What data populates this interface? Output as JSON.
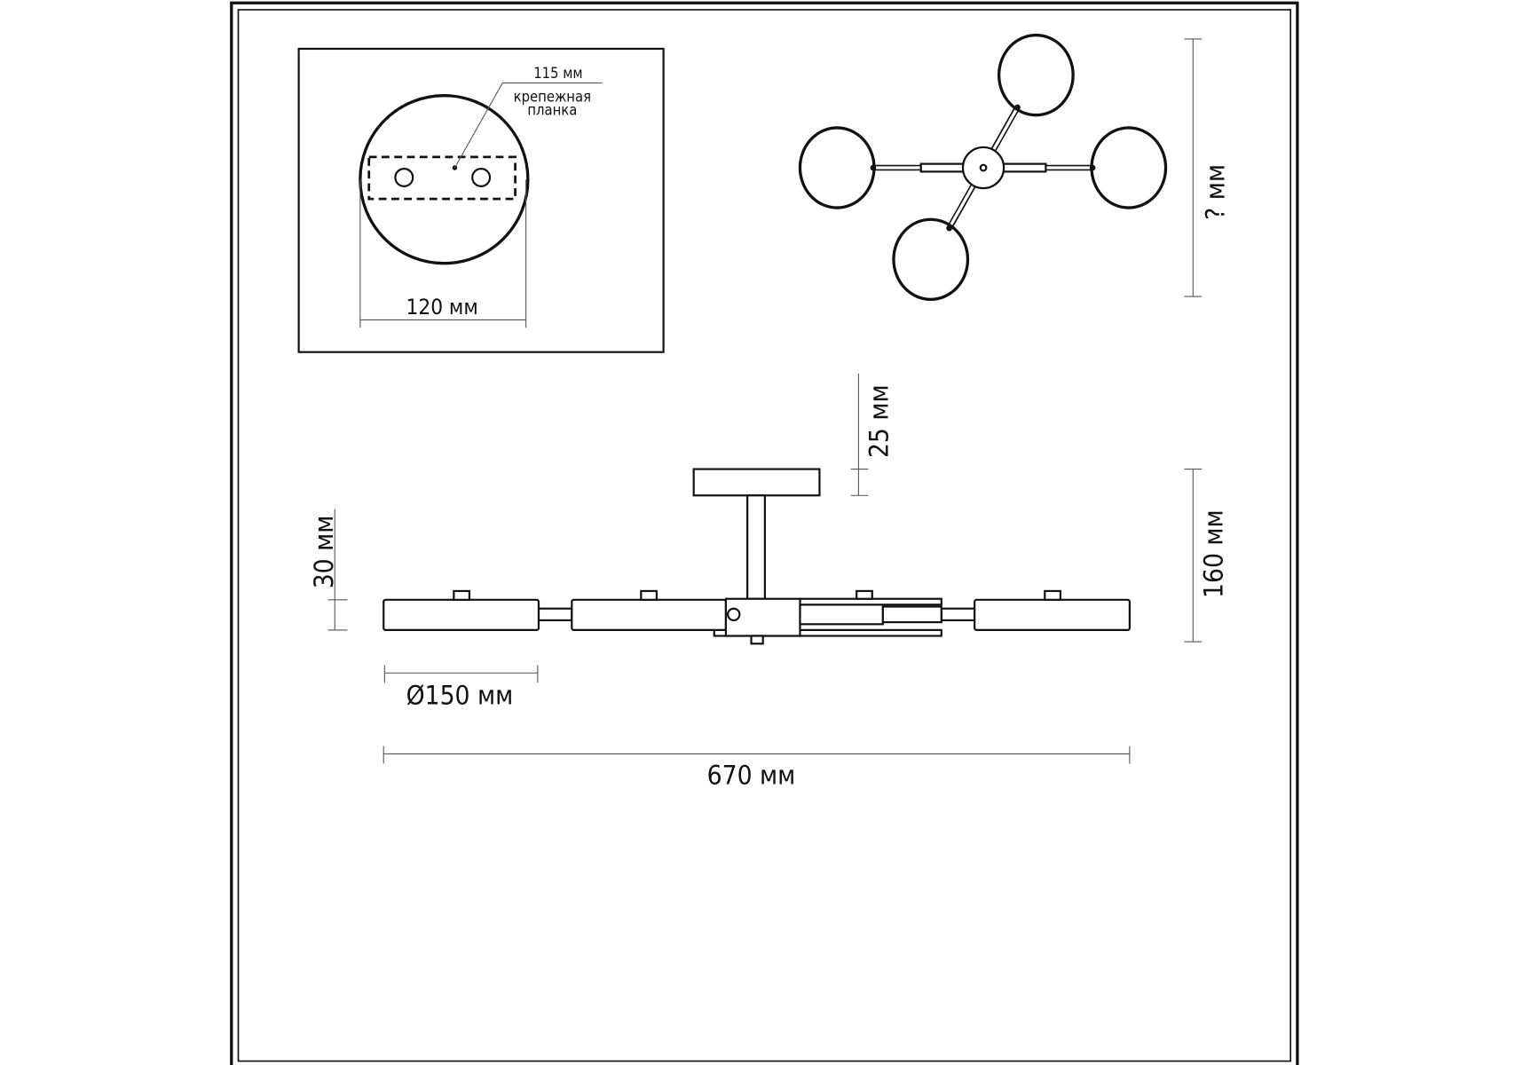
{
  "mount_plate": {
    "bar_width": "115 мм",
    "bar_label_line1": "крепежная",
    "bar_label_line2": "планка",
    "plate_diameter": "120 мм"
  },
  "top_view": {
    "height": "? мм"
  },
  "side_view": {
    "canopy_height": "25 мм",
    "total_height": "160 мм",
    "shade_height": "30 мм",
    "shade_diameter": "Ø150 мм",
    "total_width": "670 мм"
  }
}
